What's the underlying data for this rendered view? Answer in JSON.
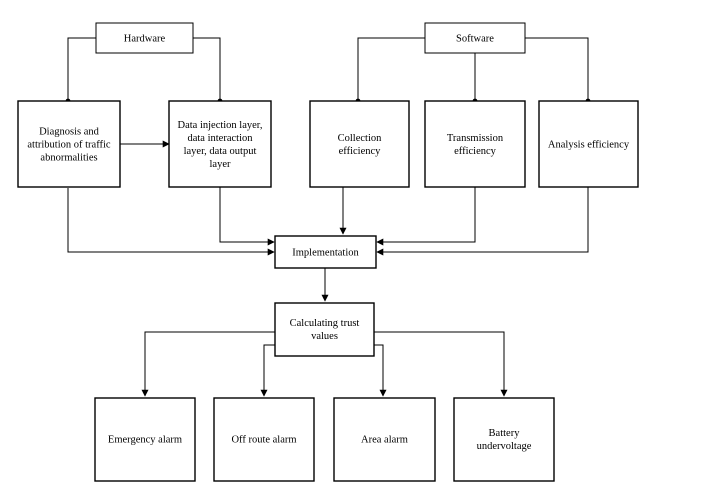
{
  "colors": {
    "line": "#000000",
    "box_fill": "#ffffff",
    "background": "#ffffff"
  },
  "nodes": {
    "hardware": {
      "lines": [
        "Hardware"
      ]
    },
    "software": {
      "lines": [
        "Software"
      ]
    },
    "diagnosis": {
      "lines": [
        "Diagnosis and",
        "attribution of traffic",
        "abnormalities"
      ]
    },
    "data_layers": {
      "lines": [
        "Data injection layer,",
        "data interaction",
        "layer, data output",
        "layer"
      ]
    },
    "collection": {
      "lines": [
        "Collection",
        "efficiency"
      ]
    },
    "transmission": {
      "lines": [
        "Transmission",
        "efficiency"
      ]
    },
    "analysis": {
      "lines": [
        "Analysis efficiency"
      ]
    },
    "implementation": {
      "lines": [
        "Implementation"
      ]
    },
    "trust": {
      "lines": [
        "Calculating trust",
        "values"
      ]
    },
    "emergency": {
      "lines": [
        "Emergency alarm"
      ]
    },
    "off_route": {
      "lines": [
        "Off route alarm"
      ]
    },
    "area": {
      "lines": [
        "Area alarm"
      ]
    },
    "battery": {
      "lines": [
        "Battery",
        "undervoltage"
      ]
    }
  }
}
